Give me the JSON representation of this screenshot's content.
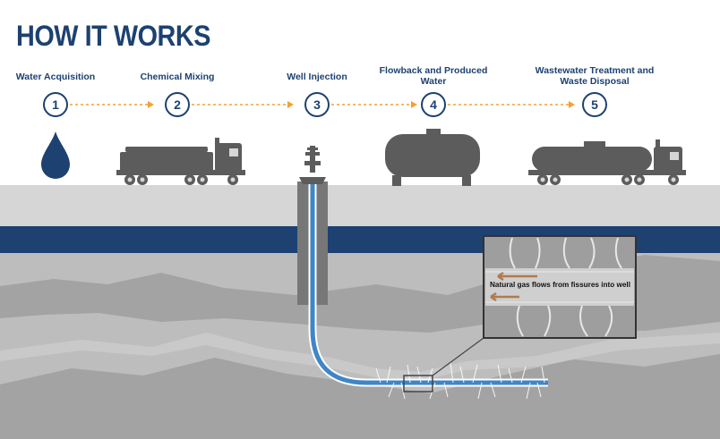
{
  "title": "HOW IT WORKS",
  "steps": [
    {
      "number": "1",
      "label": "Water Acquisition"
    },
    {
      "number": "2",
      "label": "Chemical Mixing"
    },
    {
      "number": "3",
      "label": "Well Injection"
    },
    {
      "number": "4",
      "label": "Flowback and Produced Water"
    },
    {
      "number": "5",
      "label": "Wastewater Treatment and Waste Disposal"
    }
  ],
  "callout": "Natural gas flows from fissures into well",
  "colors": {
    "navy": "#1d4170",
    "arrow_orange": "#f2a233",
    "well_blue": "#3f86c7",
    "equipment_gray": "#5c5c5c",
    "ground_light": "#d6d6d6",
    "ground_mid": "#bdbdbd",
    "rock_dark": "#a3a3a3",
    "flow_arrow": "#b07a4f"
  },
  "icons": [
    "water-drop-icon",
    "chemical-truck-icon",
    "wellhead-icon",
    "storage-tank-icon",
    "tanker-truck-icon"
  ]
}
